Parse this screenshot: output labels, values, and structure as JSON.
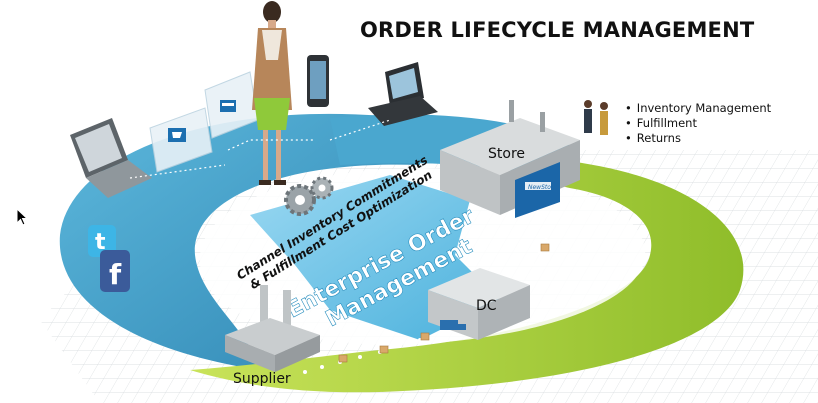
{
  "title": "ORDER LIFECYCLE MANAGEMENT",
  "bullets": [
    "Inventory Management",
    "Fulfillment",
    "Returns"
  ],
  "nodes": {
    "store": "Store",
    "dc": "DC",
    "supplier": "Supplier"
  },
  "center": {
    "line1": "Enterprise Order",
    "line2": "Management"
  },
  "arc_text": {
    "line1": "Channel Inventory Commitments",
    "line2": "& Fulfillment Cost Optimization"
  },
  "store_sign": "NewStore",
  "icons": [
    "laptop-icon",
    "twitter-icon",
    "facebook-icon",
    "smartphone-icon",
    "pos-terminal-icon",
    "gear-icon",
    "cart-icon",
    "cash-register-icon"
  ],
  "colors": {
    "ring_blue": "#3d9fc6",
    "ring_green": "#a9cc3b",
    "center_arrow": "#6fc3e6",
    "title": "#111111"
  }
}
